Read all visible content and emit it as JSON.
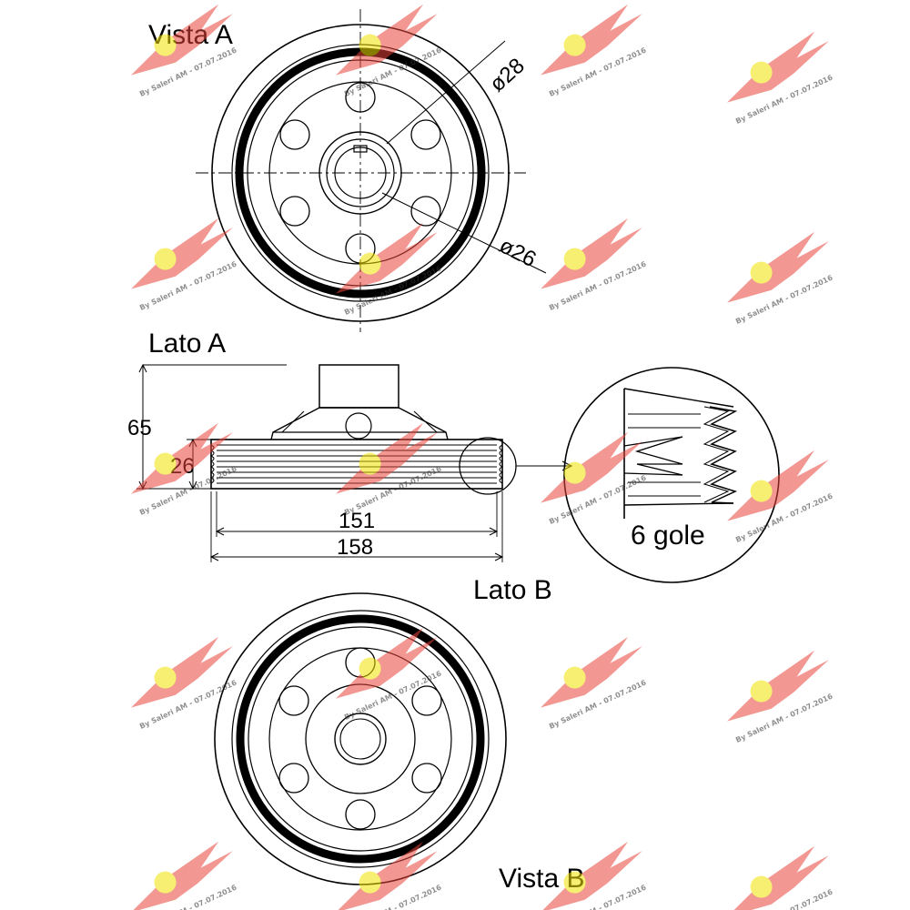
{
  "views": {
    "vista_a": "Vista A",
    "lato_a": "Lato A",
    "lato_b": "Lato B",
    "vista_b": "Vista B"
  },
  "dimensions": {
    "hub_diameter_outer": "ø28",
    "hub_diameter_inner": "ø26",
    "total_height": "65",
    "belt_width": "26",
    "inner_diameter": "151",
    "outer_diameter": "158"
  },
  "detail": {
    "grooves_label": "6 gole",
    "groove_count": 6
  },
  "watermark": {
    "text": "By Saleri AM - 07.07.2016",
    "colors": {
      "wing": "#e8433a",
      "badge": "#f2e200"
    },
    "icon": "winged-badge-logo"
  }
}
